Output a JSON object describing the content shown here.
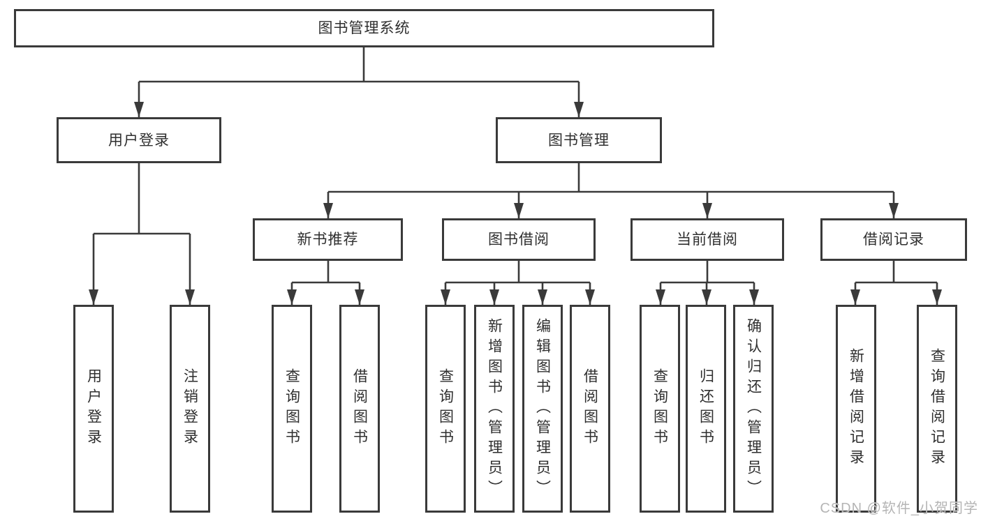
{
  "watermark": "CSDN @软件_小贺同学",
  "colors": {
    "line": "#3a3a3a",
    "text": "#2f2f2f",
    "boxbg": "#ffffff",
    "wm": "#b5b5b5",
    "pagebg": "#ffffff"
  },
  "tree": {
    "label": "图书管理系统",
    "children": [
      {
        "label": "用户登录",
        "children": [
          {
            "label": "用户登录"
          },
          {
            "label": "注销登录"
          }
        ]
      },
      {
        "label": "图书管理",
        "children": [
          {
            "label": "新书推荐",
            "children": [
              {
                "label": "查询图书"
              },
              {
                "label": "借阅图书"
              }
            ]
          },
          {
            "label": "图书借阅",
            "children": [
              {
                "label": "查询图书"
              },
              {
                "label": "新增图书（管理员）"
              },
              {
                "label": "编辑图书（管理员）"
              },
              {
                "label": "借阅图书"
              }
            ]
          },
          {
            "label": "当前借阅",
            "children": [
              {
                "label": "查询图书"
              },
              {
                "label": "归还图书"
              },
              {
                "label": "确认归还（管理员）"
              }
            ]
          },
          {
            "label": "借阅记录",
            "children": [
              {
                "label": "新增借阅记录"
              },
              {
                "label": "查询借阅记录"
              }
            ]
          }
        ]
      }
    ]
  }
}
